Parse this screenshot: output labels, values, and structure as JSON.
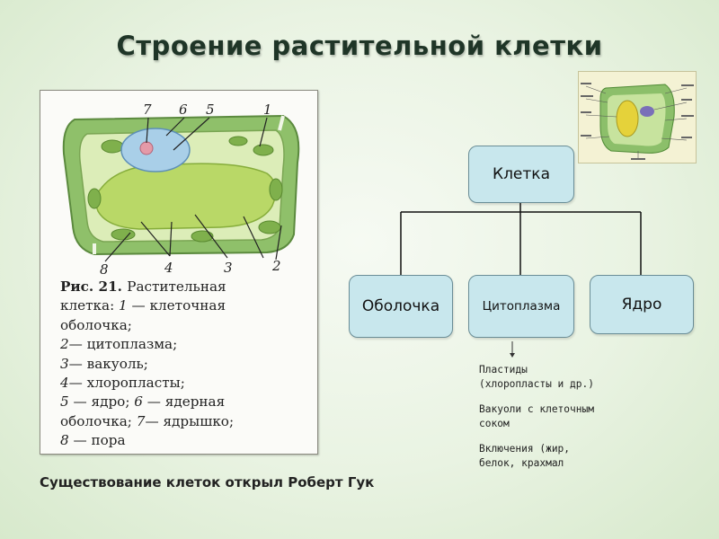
{
  "title": "Строение растительной клетки",
  "figure": {
    "callouts": {
      "n1": "1",
      "n2": "2",
      "n3": "3",
      "n4": "4",
      "n5": "5",
      "n6": "6",
      "n7": "7",
      "n8": "8"
    },
    "caption": {
      "line1_head": "Рис. 21. ",
      "line1_rest": "Растительная",
      "line2_pre": "клетка: ",
      "line2_num": "1",
      "line2_post": " — клеточная",
      "line3": "оболочка;",
      "line4_num": "2",
      "line4_post": "— цитоплазма;",
      "line5_num": "3",
      "line5_post": "— вакуоль;",
      "line6_num": "4",
      "line6_post": "— хлоропласты;",
      "line7_num": "5",
      "line7_mid": " — ядро; ",
      "line7_num2": "6",
      "line7_post": " — ядерная",
      "line8_pre": "оболочка; ",
      "line8_num": "7",
      "line8_post": "— ядрышко;",
      "line9_num": "8",
      "line9_post": " — пора"
    }
  },
  "footer_text": "Существование клеток открыл Роберт Гук",
  "hierarchy": {
    "root": "Клетка",
    "children": [
      "Оболочка",
      "Цитоплазма",
      "Ядро"
    ]
  },
  "cytoplasm_contents": [
    "Пластиды\n(хлоропласты и др.)",
    "Вакуоли с клеточным\nсоком",
    "Включения (жир,\nбелок, крахмал"
  ],
  "colors": {
    "box_fill": "#c8e7ed",
    "box_border": "#6a8d96",
    "cell_wall": "#8fc06a",
    "vacuole": "#b9d867",
    "nucleus": "#a9cfe8"
  }
}
